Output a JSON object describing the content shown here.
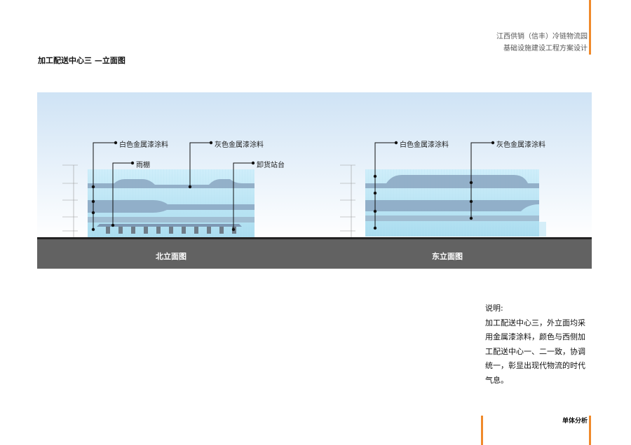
{
  "header": {
    "project_line1": "江西供销（信丰）冷链物流园",
    "project_line2": "基础设施建设工程方案设计"
  },
  "section_title": "加工配送中心三 —立面图",
  "elevations": {
    "north": {
      "caption": "北立面图",
      "labels": {
        "white_metal": "白色金属漆涂料",
        "gray_metal": "灰色金属漆涂料",
        "canopy": "雨棚",
        "loading_dock": "卸货站台"
      }
    },
    "east": {
      "caption": "东立面图",
      "labels": {
        "white_metal": "白色金属漆涂料",
        "gray_metal": "灰色金属漆涂料"
      }
    }
  },
  "notes": {
    "heading": "说明:",
    "body": "加工配送中心三，外立面均采用金属漆涂料，颜色与西侧加工配送中心一、二一致，协调统一，彰显出现代物流的时代气息。"
  },
  "footer": {
    "label": "单体分析"
  },
  "colors": {
    "accent_orange": "#f08a2a",
    "ground_gray": "#626262",
    "facade_light": "#bfe4f3",
    "facade_band": "#8ea8c2"
  }
}
